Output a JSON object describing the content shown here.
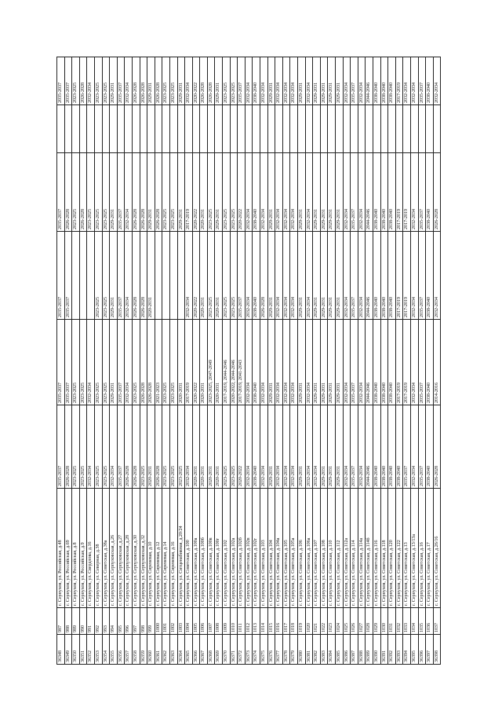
{
  "table": {
    "rows": [
      [
        "36348",
        "987",
        "г. Серпухов, ул. Российская, д.48",
        "2035-2037",
        "2035-2037",
        "2035-2037",
        "2035-2037",
        "",
        "2035-2037"
      ],
      [
        "36349",
        "988",
        "г. Серпухов, ул. Российская, д.69",
        "2026-2028",
        "2035-2037",
        "2035-2037",
        "2026-2028",
        "",
        "2035-2037"
      ],
      [
        "36350",
        "989",
        "г. Серпухов, ул. Российская, д.8",
        "2023-2025",
        "2023-2025",
        "",
        "2023-2025",
        "",
        "2023-2025"
      ],
      [
        "36351",
        "990",
        "г. Серпухов, ул. Российская, д.9",
        "2023-2025",
        "2023-2025",
        "",
        "2026-2028",
        "",
        "2026-2028"
      ],
      [
        "36352",
        "991",
        "г. Серпухов, ул. Свердлова, д.16",
        "2032-2034",
        "2032-2034",
        "",
        "2023-2025",
        "",
        "2032-2034"
      ],
      [
        "36353",
        "992",
        "г. Серпухов, ул. Северная, д.38",
        "2023-2025",
        "2023-2025",
        "2023-2025",
        "2023-2025",
        "",
        "2023-2025"
      ],
      [
        "36354",
        "993",
        "г. Серпухов, ул. Советская, д.38а",
        "2023-2025",
        "2023-2025",
        "2023-2025",
        "2023-2025",
        "",
        "2023-2025"
      ],
      [
        "36355",
        "994",
        "г. Серпухов, ул. Серпуховская, д.26",
        "2032-2034",
        "2029-2031",
        "2029-2031",
        "2029-2031",
        "",
        "2029-2031"
      ],
      [
        "36356",
        "995",
        "г. Серпухов, ул. Серпуховская, д.27",
        "2035-2037",
        "2035-2037",
        "2035-2037",
        "2035-2037",
        "",
        "2035-2037"
      ],
      [
        "36357",
        "996",
        "г. Серпухов, ул. Серпуховская, д.28",
        "2026-2028",
        "2032-2034",
        "2032-2034",
        "2032-2034",
        "",
        "2032-2034"
      ],
      [
        "36358",
        "997",
        "г. Серпухов, ул. Серпуховская, д.30",
        "2026-2028",
        "2023-2025",
        "2026-2028",
        "2026-2028",
        "",
        "2026-2028"
      ],
      [
        "36359",
        "998",
        "г. Серпухов, ул. Серпуховская, д.32",
        "2023-2025",
        "2026-2028",
        "2026-2028",
        "2026-2028",
        "",
        "2026-2028"
      ],
      [
        "36360",
        "999",
        "г. Серпухов, ул. Сиреневая, д.10",
        "2020-2031",
        "2026-2028",
        "2020-2031",
        "2029-2031",
        "",
        "2029-2031"
      ],
      [
        "36361",
        "1000",
        "г. Серпухов, ул. Сиреневая, д.12",
        "2026-2028",
        "2021-2023",
        "",
        "2026-2028",
        "",
        "2026-2028"
      ],
      [
        "36362",
        "1001",
        "г. Серпухов, ул. Сиреневая, д.14",
        "2023-2025",
        "2023-2025",
        "",
        "2023-2025",
        "",
        "2023-2025"
      ],
      [
        "36363",
        "1002",
        "г. Серпухов, ул. Сиреневая, д.16",
        "2023-2025",
        "2023-2025",
        "",
        "2023-2025",
        "",
        "2023-2025"
      ],
      [
        "36364",
        "1003",
        "г. Серпухов, ул. Ситценабивная, д.20/24",
        "2023-2025",
        "2020-2031",
        "",
        "2029-2031",
        "",
        "2029-2031"
      ],
      [
        "36365",
        "1004",
        "г. Серпухов, ул. Советская, д.100",
        "2032-2034",
        "2017-2019",
        "2032-2034",
        "2017-2019",
        "",
        "2032-2034"
      ],
      [
        "36366",
        "1005",
        "г. Серпухов, ул. Советская, д.100а",
        "2020-2031",
        "2020-2022",
        "2020-2022",
        "2020-2022",
        "",
        "2020-2022"
      ],
      [
        "36367",
        "1006",
        "г. Серпухов, ул. Советская, д.100б",
        "2020-2031",
        "2020-2031",
        "2020-2031",
        "2020-2031",
        "",
        "2026-2028"
      ],
      [
        "36368",
        "1007",
        "г. Серпухов, ул. Советская, д.100в",
        "2020-2031",
        "2023-2025, 2047-2049",
        "2023-2025",
        "2023-2025",
        "",
        "2026-2028"
      ],
      [
        "36369",
        "1008",
        "г. Серпухов, ул. Советская, д.100г",
        "2020-2031",
        "2020-2031",
        "2020-2031",
        "2029-2031",
        "",
        "2029-2031"
      ],
      [
        "36370",
        "1009",
        "г. Серпухов, ул. Советская, д.102",
        "2023-2025",
        "2017-2019, 2044-2046",
        "2023-2025",
        "2023-2025",
        "",
        "2023-2025"
      ],
      [
        "36371",
        "1010",
        "г. Серпухов, ул. Советская, д.102а",
        "2023-2025",
        "2020-2022, 2044-2046",
        "2023-2025",
        "2023-2025",
        "",
        "2023-2025"
      ],
      [
        "36372",
        "1011",
        "г. Серпухов, ул. Советская, д.102б",
        "2020-2022",
        "2017-2019, 2041-2043",
        "2035-2037",
        "2020-2022",
        "",
        "2035-2037"
      ],
      [
        "36373",
        "1012",
        "г. Серпухов, ул. Советская, д.102в",
        "2032-2034",
        "2032-2034",
        "2032-2034",
        "2032-2034",
        "",
        "2032-2034"
      ],
      [
        "36374",
        "1013",
        "г. Серпухов, ул. Советская, д.102г",
        "2038-2040",
        "2038-2040",
        "2038-2040",
        "2038-2040",
        "",
        "2038-2040"
      ],
      [
        "36375",
        "1014",
        "г. Серпухов, ул. Советская, д.103",
        "2032-2034",
        "2032-2034",
        "2026-2028",
        "2032-2034",
        "",
        "2032-2034"
      ],
      [
        "36376",
        "1015",
        "г. Серпухов, ул. Советская, д.104",
        "2029-2031",
        "2029-2031",
        "2029-2031",
        "2029-2031",
        "",
        "2029-2031"
      ],
      [
        "36377",
        "1016",
        "г. Серпухов, ул. Советская, д.104а",
        "2032-2034",
        "2032-2034",
        "2032-2034",
        "2032-2034",
        "",
        "2032-2034"
      ],
      [
        "36378",
        "1017",
        "г. Серпухов, ул. Советская, д.105",
        "2032-2034",
        "2032-2034",
        "2032-2034",
        "2032-2034",
        "",
        "2032-2034"
      ],
      [
        "36379",
        "1018",
        "г. Серпухов, ул. Советская, д.105а",
        "2032-2034",
        "2032-2034",
        "2032-2034",
        "2032-2034",
        "",
        "2032-2034"
      ],
      [
        "36380",
        "1019",
        "г. Серпухов, ул. Советская, д.106",
        "2029-2031",
        "2029-2031",
        "2029-2031",
        "2029-2031",
        "",
        "2029-2031"
      ],
      [
        "36381",
        "1020",
        "г. Серпухов, ул. Советская, д.106а",
        "2032-2034",
        "2032-2034",
        "2032-2034",
        "2032-2034",
        "",
        "2032-2034"
      ],
      [
        "36382",
        "1021",
        "г. Серпухов, ул. Советская, д.107",
        "2032-2034",
        "2029-2031",
        "2029-2031",
        "2029-2031",
        "",
        "2029-2031"
      ],
      [
        "36383",
        "1022",
        "г. Серпухов, ул. Советская, д.108",
        "2029-2031",
        "2029-2031",
        "2029-2031",
        "2029-2031",
        "",
        "2029-2031"
      ],
      [
        "36384",
        "1023",
        "г. Серпухов, ул. Советская, д.110",
        "2029-2031",
        "2029-2031",
        "2029-2031",
        "2029-2031",
        "",
        "2029-2031"
      ],
      [
        "36385",
        "1024",
        "г. Серпухов, ул. Советская, д.112",
        "2029-2031",
        "2029-2031",
        "2029-2031",
        "2029-2031",
        "",
        "2029-2031"
      ],
      [
        "36386",
        "1025",
        "г. Серпухов, ул. Советская, д.112а",
        "2032-2034",
        "2032-2034",
        "2032-2034",
        "2032-2034",
        "",
        "2032-2034"
      ],
      [
        "36387",
        "1026",
        "г. Серпухов, ул. Советская, д.114",
        "2035-2037",
        "2035-2037",
        "2035-2037",
        "2035-2037",
        "",
        "2035-2037"
      ],
      [
        "36388",
        "1027",
        "г. Серпухов, ул. Советская, д.114а",
        "2032-2034",
        "2032-2034",
        "2032-2034",
        "2032-2034",
        "",
        "2032-2034"
      ],
      [
        "36389",
        "1028",
        "г. Серпухов, ул. Советская, д.114б",
        "2044-2046",
        "2044-2046",
        "2044-2046",
        "2044-2046",
        "",
        "2044-2046"
      ],
      [
        "36390",
        "1029",
        "г. Серпухов, ул. Советская, д.116",
        "2038-2040",
        "2038-2040",
        "2038-2040",
        "2038-2040",
        "",
        "2038-2040"
      ],
      [
        "36391",
        "1030",
        "г. Серпухов, ул. Советская, д.118",
        "2038-2040",
        "2038-2040",
        "2038-2040",
        "2038-2040",
        "",
        "2038-2040"
      ],
      [
        "36392",
        "1031",
        "г. Серпухов, ул. Советская, д.120",
        "2038-2040",
        "2038-2040",
        "2038-2040",
        "2038-2040",
        "",
        "2038-2040"
      ],
      [
        "36393",
        "1032",
        "г. Серпухов, ул. Советская, д.122",
        "2038-2040",
        "2017-2019",
        "2017-2019",
        "2017-2019",
        "",
        "2017-2019"
      ],
      [
        "36394",
        "1033",
        "г. Серпухов, ул. Советская, д.13",
        "2035-2037",
        "2017-2019",
        "2017-2019",
        "2017-2019",
        "",
        "2032-2034"
      ],
      [
        "36395",
        "1034",
        "г. Серпухов, ул. Советская, д.13/13а",
        "2032-2034",
        "2032-2034",
        "2032-2034",
        "2032-2034",
        "",
        "2032-2034"
      ],
      [
        "36396",
        "1035",
        "г. Серпухов, ул. Советская, д.16",
        "2035-2037",
        "2035-2037",
        "2035-2037",
        "2035-2037",
        "",
        "2035-2037"
      ],
      [
        "36397",
        "1036",
        "г. Серпухов, ул. Советская, д.17",
        "2038-2040",
        "2038-2040",
        "2038-2040",
        "2038-2040",
        "",
        "2038-2040"
      ],
      [
        "36398",
        "1037",
        "г. Серпухов, ул. Советская, д.26/16",
        "2026-2028",
        "2014-2016",
        "2032-2034",
        "2026-2028",
        "",
        "2032-2034"
      ]
    ]
  }
}
